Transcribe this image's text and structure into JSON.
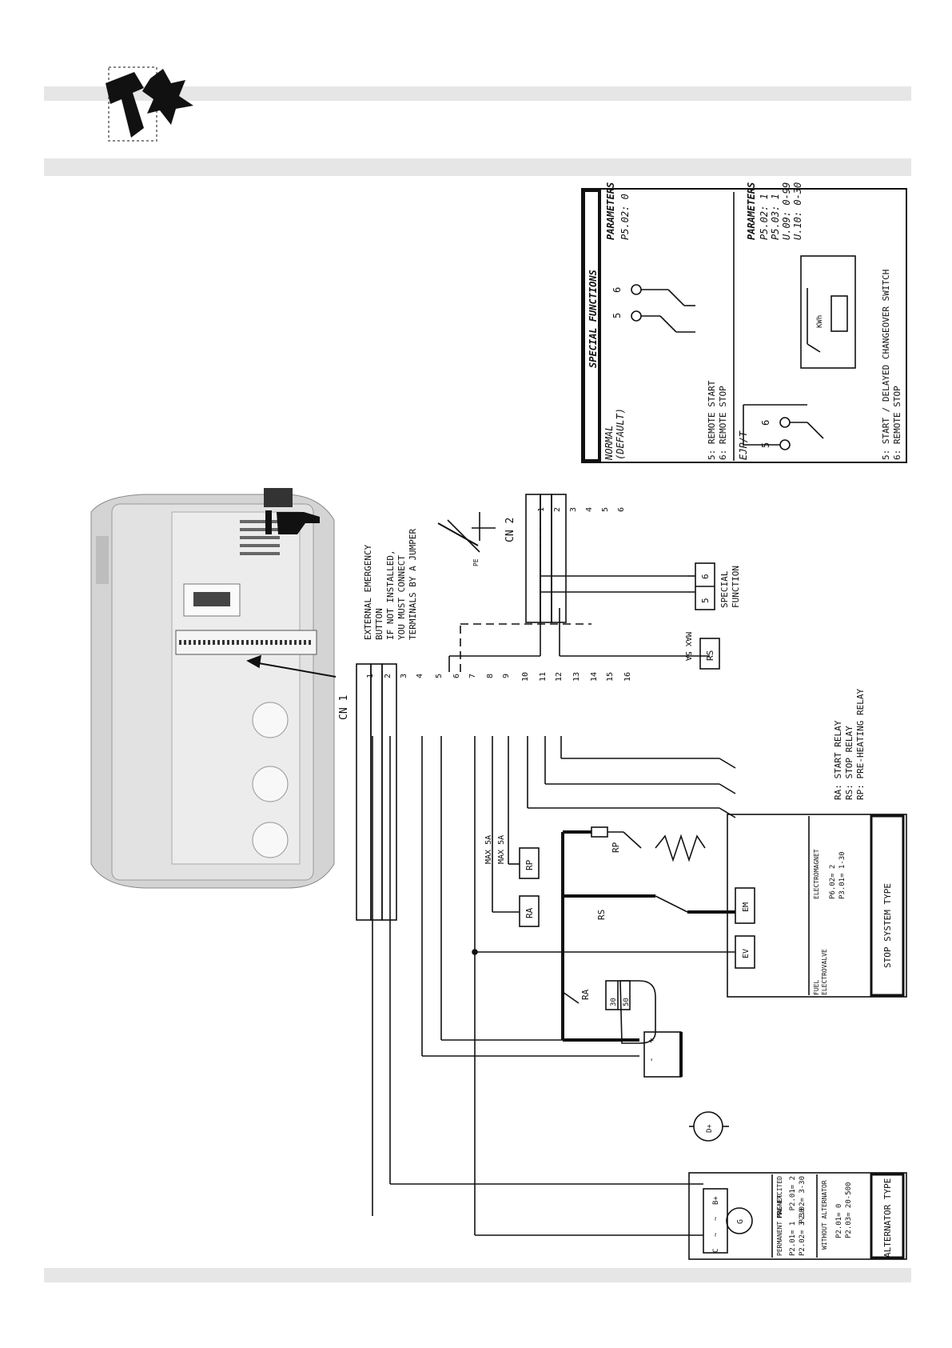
{
  "special_functions": {
    "title": "SPECIAL FUNCTIONS",
    "normal": {
      "mode": "NORMAL",
      "default": "(DEFAULT)",
      "terminal_a": "5",
      "terminal_b": "6",
      "parameters_title": "PARAMETERS",
      "parameters": [
        "P5.02: 0"
      ],
      "legend": [
        "5: REMOTE START",
        "6: REMOTE STOP"
      ]
    },
    "ejp": {
      "mode": "EJP/T",
      "terminal_a": "5",
      "terminal_b": "6",
      "meter_label": "KWh",
      "parameters_title": "PARAMETERS",
      "parameters": [
        "P5.02: 1",
        "P5.03: 1",
        "U.09: 0-99",
        "U.10: 0-30"
      ],
      "legend": [
        "5: START / DELAYED CHANGEOVER SWITCH",
        "6: REMOTE STOP"
      ]
    }
  },
  "emergency_note": [
    "EXTERNAL EMERGENCY",
    "BUTTON",
    "IF NOT INSTALLED,",
    "YOU MUST CONNECT",
    "TERMINALS BY A JUMPER"
  ],
  "pe_label": "PE",
  "cn1": {
    "label": "CN 1",
    "terminals": [
      "1",
      "2",
      "3",
      "4",
      "5",
      "6",
      "7",
      "8",
      "9",
      "10",
      "11",
      "12",
      "13",
      "14",
      "15",
      "16"
    ]
  },
  "cn2": {
    "label": "CN 2",
    "terminals": [
      "1",
      "2",
      "3",
      "4",
      "5",
      "6"
    ]
  },
  "special_function_block": {
    "terminals": [
      "5",
      "6"
    ],
    "label_lines": [
      "SPECIAL",
      "FUNCTION"
    ]
  },
  "max_labels": [
    "MAX 5A",
    "MAX 5A",
    "MAX 5A"
  ],
  "relays": {
    "ra": "RA",
    "rp": "RP",
    "rs": "RS"
  },
  "relay_legend": [
    "RA: START RELAY",
    "RS: STOP RELAY",
    "RP: PRE-HEATING RELAY"
  ],
  "starter_terminals": [
    "30",
    "50"
  ],
  "battery_terminals": [
    "+",
    "-"
  ],
  "stop_system": {
    "title": "STOP SYSTEM TYPE",
    "fuel": {
      "label_lines": [
        "FUEL",
        "ELECTROVALVE"
      ],
      "device": "EV"
    },
    "magnet": {
      "label": "ELECTROMAGNET",
      "device": "EM",
      "parameters": [
        "P6.02= 2",
        "P3.01= 1-30"
      ]
    }
  },
  "alternator": {
    "title": "ALTERNATOR TYPE",
    "permanent": {
      "label": "PERMANENT MAGNET",
      "parameters": [
        "P2.01= 1",
        "P2.02= 3-30"
      ]
    },
    "pre_excited": {
      "label": "PRE-EXCITED",
      "parameters": [
        "P2.01= 2",
        "P2.02= 3-30"
      ]
    },
    "without": {
      "label": "WITHOUT ALTERNATOR",
      "parameters": [
        "P2.01= 0",
        "P2.03= 20-500"
      ]
    },
    "terminals": [
      "C",
      "~",
      "~",
      "B+"
    ],
    "generator": "G",
    "dynamo": "D+"
  },
  "colors": {
    "line": "#111111",
    "bar": "#e6e6e6",
    "enclosure": "#cfcfcf"
  }
}
